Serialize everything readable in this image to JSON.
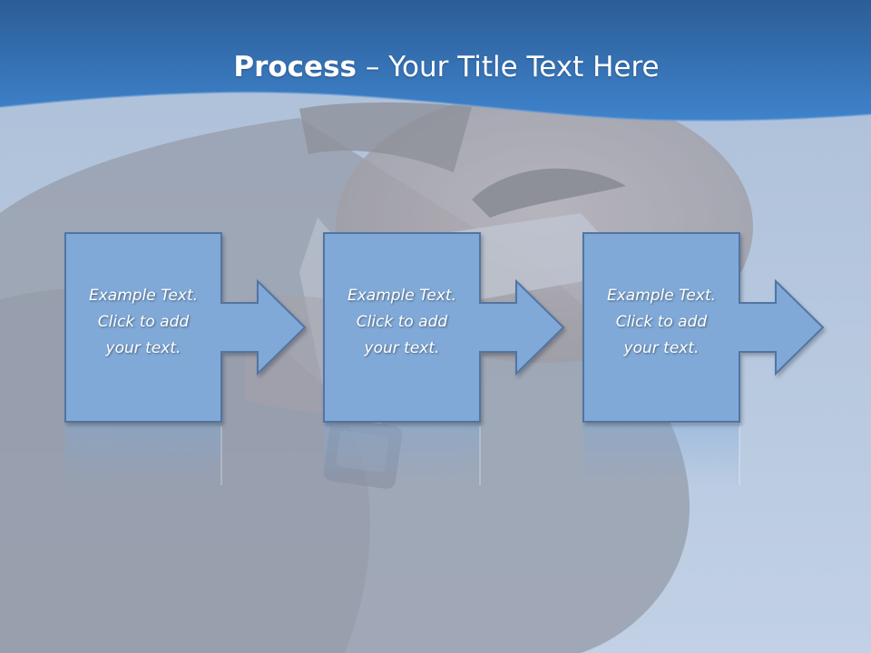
{
  "title": {
    "bold": "Process",
    "separator": "–",
    "rest": "Your Title Text Here"
  },
  "steps": [
    {
      "lines": [
        "Example Text.",
        "Click  to add",
        "your text."
      ]
    },
    {
      "lines": [
        "Example Text.",
        "Click  to add",
        "your text."
      ]
    },
    {
      "lines": [
        "Example Text.",
        "Click  to add",
        "your text."
      ]
    }
  ],
  "colors": {
    "header_blue": "#3b7cc4",
    "header_dark": "#2b5d97",
    "box_fill": "#80a9d8",
    "box_stroke": "#5174a3",
    "background": "#b6c8df"
  },
  "icons": [
    "step-arrow-icon"
  ]
}
